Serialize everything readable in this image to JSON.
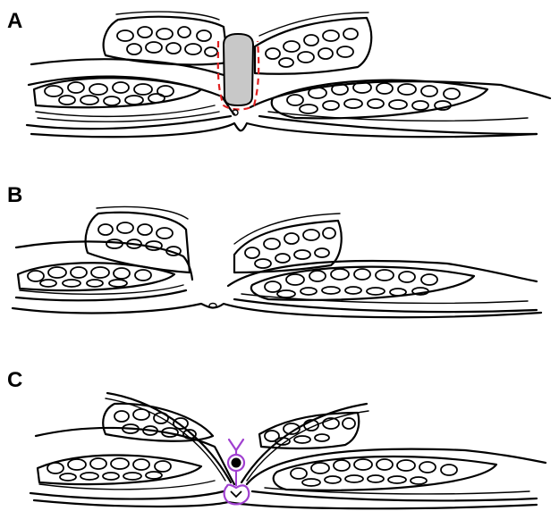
{
  "panels": [
    {
      "label": "A"
    },
    {
      "label": "B"
    },
    {
      "label": "C"
    }
  ],
  "colors": {
    "ink": "#000000",
    "plug_fill": "#c8c8c8",
    "outline_dashed": "#e02020",
    "suture": "#a040d0"
  }
}
